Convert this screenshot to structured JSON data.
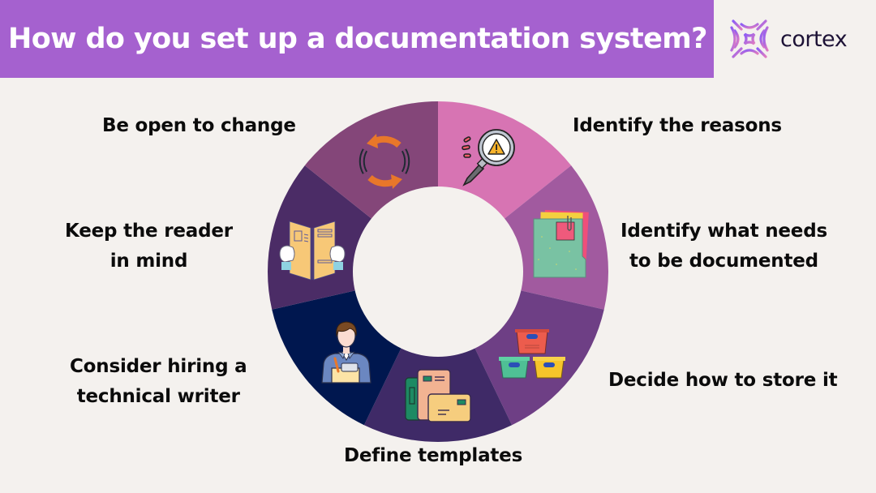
{
  "header": {
    "title": "How do you set up a documentation system?",
    "background": "#a561cf",
    "text_color": "#ffffff"
  },
  "logo": {
    "name": "cortex",
    "icon": "cortex-logo-mark"
  },
  "diagram": {
    "type": "donut-cycle",
    "segment_count": 7,
    "steps": [
      {
        "label": "Identify the reasons",
        "color": "#d774b3",
        "icon": "magnifier-warning-icon"
      },
      {
        "label": "Identify what needs to be documented",
        "line1": "Identify what needs",
        "line2": "to be documented",
        "color": "#a15a9f",
        "icon": "folder-documents-icon"
      },
      {
        "label": "Decide how to store it",
        "color": "#6e3f85",
        "icon": "storage-bins-icon"
      },
      {
        "label": "Define templates",
        "color": "#3f2a67",
        "icon": "template-cards-icon"
      },
      {
        "label": "Consider hiring a technical writer",
        "line1": "Consider hiring a",
        "line2": "technical writer",
        "color": "#00174f",
        "icon": "writer-person-icon"
      },
      {
        "label": "Keep the reader in mind",
        "line1": "Keep the reader",
        "line2": "in mind",
        "color": "#4b2c66",
        "icon": "open-book-reader-icon"
      },
      {
        "label": "Be open to change",
        "color": "#844679",
        "icon": "refresh-cycle-icon"
      }
    ],
    "center_color": "#f4f1ee"
  }
}
